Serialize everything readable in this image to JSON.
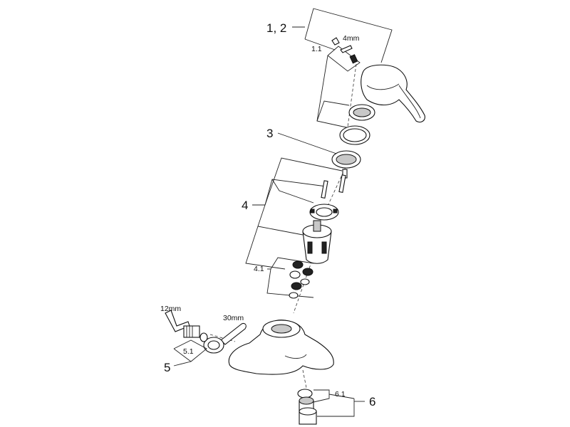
{
  "labels": {
    "item_1_2": "1, 2",
    "item_1_1": "1.1",
    "tool_4mm": "4mm",
    "item_3": "3",
    "item_4": "4",
    "item_4_1": "4.1",
    "tool_12mm": "12mm",
    "tool_30mm": "30mm",
    "item_5_1": "5.1",
    "item_5": "5",
    "item_6_1": "6.1",
    "item_6": "6"
  }
}
